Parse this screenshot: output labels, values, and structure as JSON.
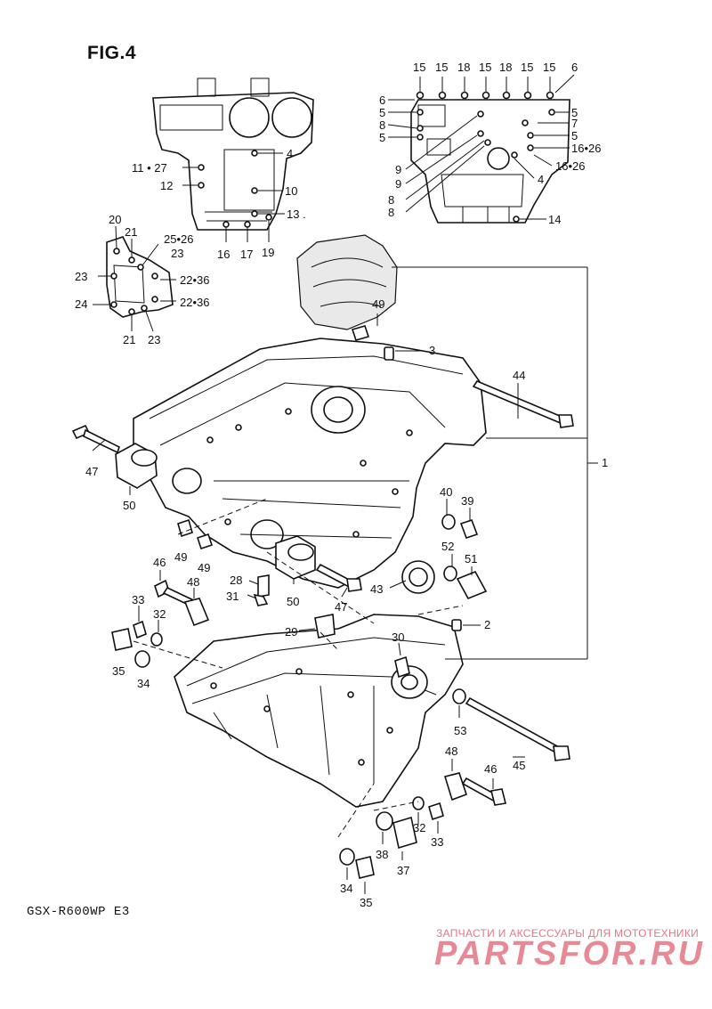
{
  "figure": {
    "title": "FIG.4",
    "model": "GSX-R600WP  E3"
  },
  "watermark": {
    "tagline": "ЗАПЧАСТИ И АКСЕССУАРЫ ДЛЯ МОТОТЕХНИКИ",
    "logo": "PARTSFOR.RU"
  },
  "labels": [
    {
      "id": "15a",
      "text": "15"
    },
    {
      "id": "15b",
      "text": "15"
    },
    {
      "id": "18a",
      "text": "18"
    },
    {
      "id": "15c",
      "text": "15"
    },
    {
      "id": "18b",
      "text": "18"
    },
    {
      "id": "15d",
      "text": "15"
    },
    {
      "id": "15e",
      "text": "15"
    },
    {
      "id": "6a",
      "text": "6"
    },
    {
      "id": "6b",
      "text": "6"
    },
    {
      "id": "5a",
      "text": "5"
    },
    {
      "id": "5b",
      "text": "5"
    },
    {
      "id": "8a",
      "text": "8"
    },
    {
      "id": "7",
      "text": "7"
    },
    {
      "id": "5c",
      "text": "5"
    },
    {
      "id": "5d",
      "text": "5"
    },
    {
      "id": "1626a",
      "text": "16•26"
    },
    {
      "id": "1626b",
      "text": "16•26"
    },
    {
      "id": "9a",
      "text": "9"
    },
    {
      "id": "9b",
      "text": "9"
    },
    {
      "id": "4b",
      "text": "4"
    },
    {
      "id": "8b",
      "text": "8"
    },
    {
      "id": "8c",
      "text": "8"
    },
    {
      "id": "14",
      "text": "14"
    },
    {
      "id": "4a",
      "text": "4"
    },
    {
      "id": "1127",
      "text": "11 • 27"
    },
    {
      "id": "12",
      "text": "12"
    },
    {
      "id": "10",
      "text": "10"
    },
    {
      "id": "13",
      "text": "13 ."
    },
    {
      "id": "16",
      "text": "16"
    },
    {
      "id": "17",
      "text": "17"
    },
    {
      "id": "19",
      "text": "19"
    },
    {
      "id": "20",
      "text": "20"
    },
    {
      "id": "21a",
      "text": "21"
    },
    {
      "id": "2526",
      "text": "25•26"
    },
    {
      "id": "23a",
      "text": "23"
    },
    {
      "id": "23b",
      "text": "23"
    },
    {
      "id": "2236a",
      "text": "22•36"
    },
    {
      "id": "24",
      "text": "24"
    },
    {
      "id": "2236b",
      "text": "22•36"
    },
    {
      "id": "21b",
      "text": "21"
    },
    {
      "id": "23c",
      "text": "23"
    },
    {
      "id": "49a",
      "text": "49"
    },
    {
      "id": "3",
      "text": "3"
    },
    {
      "id": "44",
      "text": "44"
    },
    {
      "id": "1",
      "text": "1"
    },
    {
      "id": "47a",
      "text": "47"
    },
    {
      "id": "50a",
      "text": "50"
    },
    {
      "id": "40",
      "text": "40"
    },
    {
      "id": "39",
      "text": "39"
    },
    {
      "id": "52",
      "text": "52"
    },
    {
      "id": "51",
      "text": "51"
    },
    {
      "id": "49b",
      "text": "49"
    },
    {
      "id": "49c",
      "text": "49"
    },
    {
      "id": "46a",
      "text": "46"
    },
    {
      "id": "48a",
      "text": "48"
    },
    {
      "id": "28",
      "text": "28"
    },
    {
      "id": "31",
      "text": "31"
    },
    {
      "id": "50b",
      "text": "50"
    },
    {
      "id": "47b",
      "text": "47"
    },
    {
      "id": "43",
      "text": "43"
    },
    {
      "id": "33a",
      "text": "33"
    },
    {
      "id": "32a",
      "text": "32"
    },
    {
      "id": "35a",
      "text": "35"
    },
    {
      "id": "34a",
      "text": "34"
    },
    {
      "id": "29",
      "text": "29"
    },
    {
      "id": "2",
      "text": "2"
    },
    {
      "id": "30",
      "text": "30"
    },
    {
      "id": "53",
      "text": "53"
    },
    {
      "id": "45",
      "text": "45"
    },
    {
      "id": "48b",
      "text": "48"
    },
    {
      "id": "46b",
      "text": "46"
    },
    {
      "id": "32b",
      "text": "32"
    },
    {
      "id": "33b",
      "text": "33"
    },
    {
      "id": "38",
      "text": "38"
    },
    {
      "id": "37",
      "text": "37"
    },
    {
      "id": "34b",
      "text": "34"
    },
    {
      "id": "35b",
      "text": "35"
    }
  ]
}
